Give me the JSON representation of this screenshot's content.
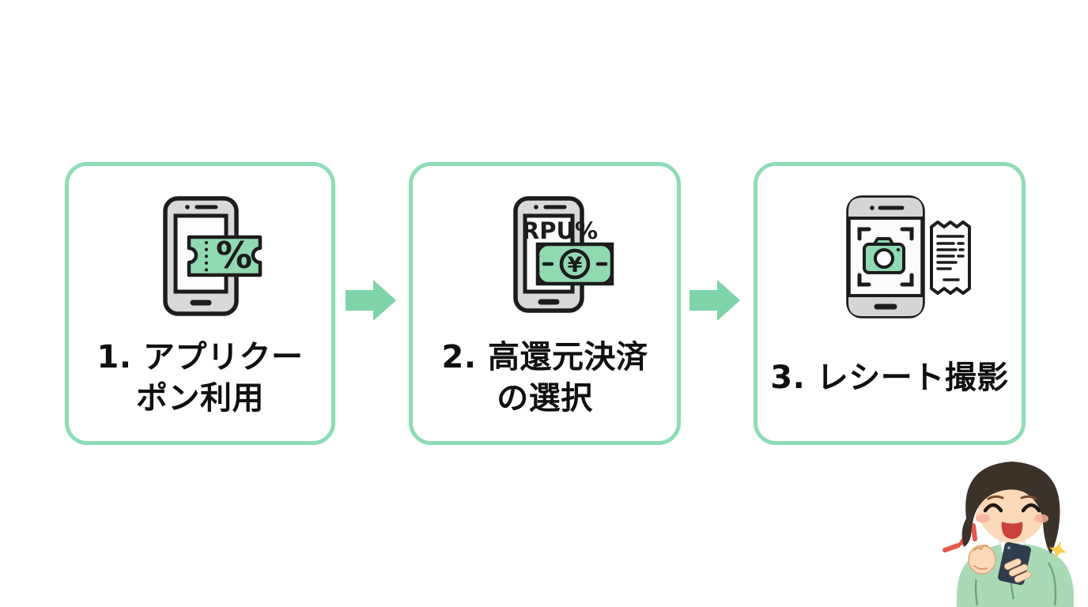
{
  "colors": {
    "card_border": "#8edcb6",
    "arrow_green": "#7fd3a9",
    "icon_green": "#91d9b1",
    "icon_outline": "#1c1c1c",
    "phone_gray": "#d9d9d9",
    "label_text": "#101010",
    "sweater_green": "#a9dab5",
    "sparkle_yellow": "#f8cf45"
  },
  "steps": [
    {
      "label_line1": "1. アプリクー",
      "label_line2": "ポン利用",
      "icon": "smartphone-coupon-icon",
      "coupon_percent": "%"
    },
    {
      "label_line1": "2. 高還元決済",
      "label_line2": "の選択",
      "icon": "smartphone-cashback-icon",
      "screen_text": "RPU%",
      "yen_symbol": "¥"
    },
    {
      "label_line1": "3. レシート撮影",
      "label_line2": "",
      "icon": "smartphone-camera-receipt-icon"
    }
  ],
  "decor": {
    "character": "smiling-woman-holding-smartphone",
    "sparkle": "sparkle-icon",
    "emphasis": "excitement-lines"
  }
}
